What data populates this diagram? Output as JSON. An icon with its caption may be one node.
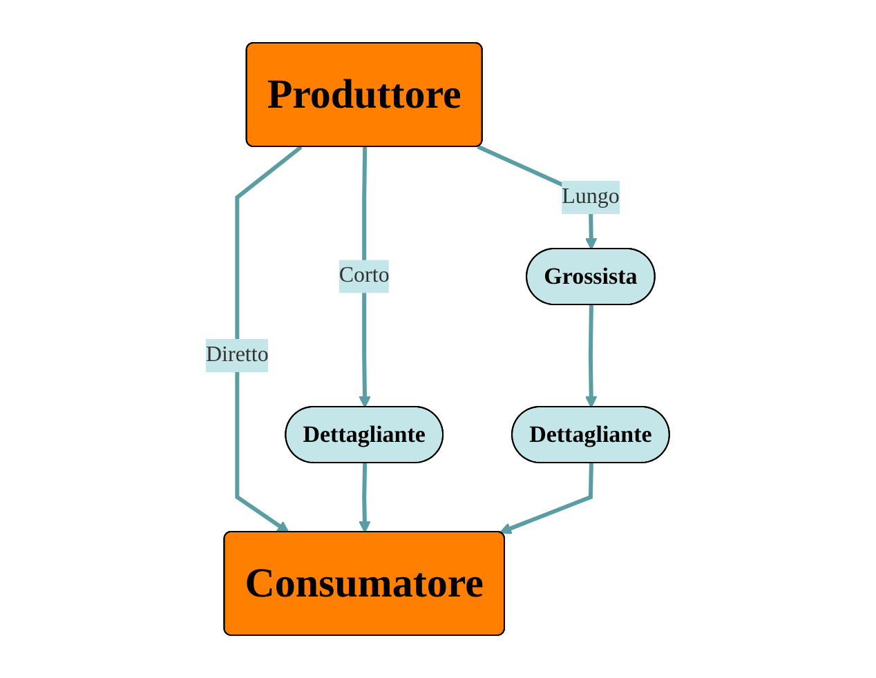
{
  "diagram": {
    "nodes": [
      {
        "text": [
          "Produttore"
        ]
      },
      {
        "text": [
          "Grossista"
        ]
      },
      {
        "text": [
          "Dettagliante"
        ]
      },
      {
        "text": [
          "Dettagliante"
        ]
      },
      {
        "text": [
          "Consumatore"
        ]
      }
    ],
    "edges": [
      {
        "from": 0,
        "to": 4,
        "label": "Diretto",
        "arrow": "to"
      },
      {
        "from": 0,
        "to": 2,
        "label": "Corto",
        "arrow": "to"
      },
      {
        "from": 2,
        "to": 4,
        "arrow": "to"
      },
      {
        "from": 0,
        "to": 1,
        "label": "Lungo",
        "arrow": "to"
      },
      {
        "from": 1,
        "to": 3,
        "arrow": "to"
      },
      {
        "from": 3,
        "to": 4,
        "arrow": "to"
      }
    ]
  }
}
